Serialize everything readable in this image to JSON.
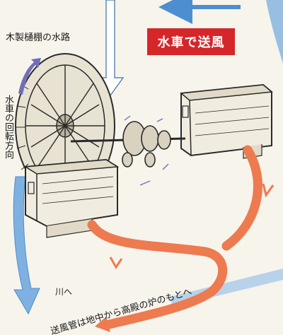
{
  "title": "水車で送風",
  "labels": {
    "water_channel": "木製樋棚の水路",
    "rotation_direction": "水車の回転方向",
    "to_river": "川へ",
    "air_pipe": "送風管は地中から高殿の炉のもとへ"
  },
  "colors": {
    "title_badge": "#d5262a",
    "water_flow": "#4d8ed0",
    "air_pipe": "#ee7a4f",
    "rotation_arrow": "#6f6fb8",
    "line_art": "#2a2a2a"
  }
}
